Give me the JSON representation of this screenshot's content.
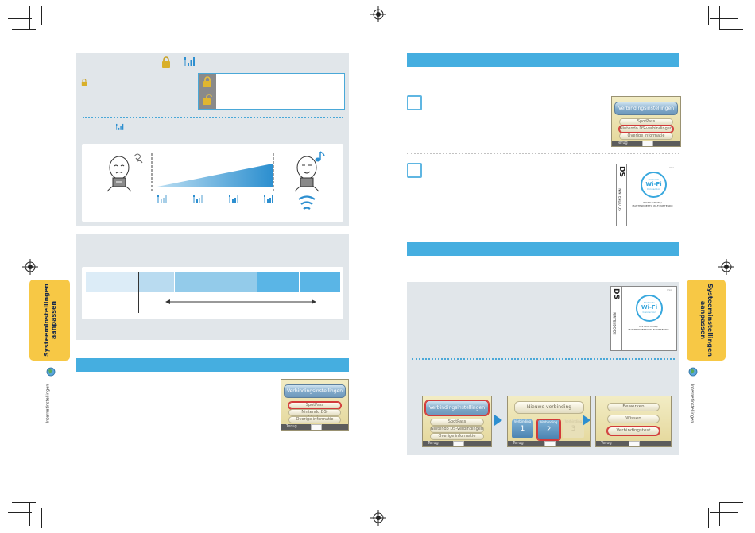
{
  "ds_main_menu": {
    "title": "Verbindingsinstellingen",
    "options": [
      "SpotPass",
      "Nintendo DS-verbindingen",
      "Overige informatie"
    ],
    "footer": "Terug"
  },
  "ds_connection_screen": {
    "new_connection": "Nieuwe verbinding",
    "slot_label": "Verbinding",
    "slot_numbers": [
      "1",
      "2",
      "3"
    ],
    "footer": "Terug"
  },
  "ds_action_menu": {
    "options": [
      "Bewerken",
      "Wissen",
      "Verbindingstest"
    ],
    "footer": "Terug"
  },
  "cartridge": {
    "ds_logo": "DS",
    "spine_text": "NINTENDO DS",
    "badge_line1": "Nintendo",
    "badge_line2": "Wi-Fi",
    "badge_line3": "Connection",
    "caption_line1": "INSTRUCTIONS/",
    "caption_line2": "MANTENIMIENTO WI-FI NINTENDO",
    "corner": "USA"
  },
  "side_tab": {
    "left_line1": "Systeeminstellingen",
    "left_line2": "aanpassen",
    "right_line1": "Systeeminstellingen",
    "right_line2": "aanpassen",
    "vertical_label": "Internetinstellingen"
  },
  "colors": {
    "panel": "#e1e6ea",
    "accent_blue": "#45aee0",
    "side_tab": "#f7c845"
  },
  "icons": [
    "lock-icon",
    "unlock-icon",
    "signal-icon",
    "wireless-waves-icon",
    "music-note-icon",
    "globe-icon",
    "arrow-right-icon",
    "registration-mark-icon"
  ]
}
